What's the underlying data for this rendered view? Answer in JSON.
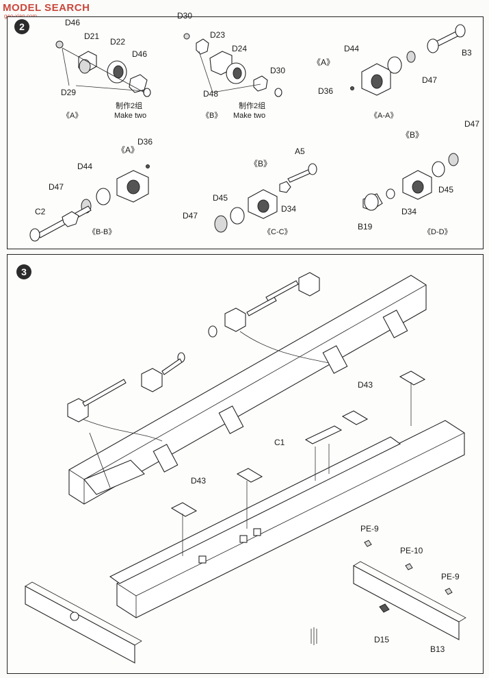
{
  "watermark": {
    "brand": "MODEL SEARCH",
    "sub": "gao-xian.com"
  },
  "steps": {
    "top": "2",
    "bottom": "3"
  },
  "top": {
    "group_a": {
      "parts": [
        "D46",
        "D21",
        "D22",
        "D46",
        "D29"
      ],
      "title": "《A》",
      "note_cn": "制作2组",
      "note_en": "Make two"
    },
    "group_b": {
      "parts": [
        "D30",
        "D23",
        "D24",
        "D30",
        "D48"
      ],
      "title": "《B》",
      "note_cn": "制作2组",
      "note_en": "Make two"
    },
    "group_aa": {
      "parts": [
        "《A》",
        "D44",
        "B3",
        "D36",
        "D47"
      ],
      "title": "《A-A》"
    },
    "group_bb": {
      "parts": [
        "《A》",
        "D36",
        "D44",
        "D47",
        "C2"
      ],
      "title": "《B-B》"
    },
    "group_cc": {
      "parts": [
        "A5",
        "《B》",
        "D45",
        "D34",
        "D47"
      ],
      "title": "《C-C》"
    },
    "group_dd": {
      "parts": [
        "《B》",
        "D47",
        "D45",
        "D34",
        "B19"
      ],
      "title": "《D-D》"
    }
  },
  "bottom": {
    "labels": [
      "D43",
      "C1",
      "D43",
      "PE-9",
      "PE-10",
      "PE-9",
      "D15",
      "B13"
    ]
  }
}
